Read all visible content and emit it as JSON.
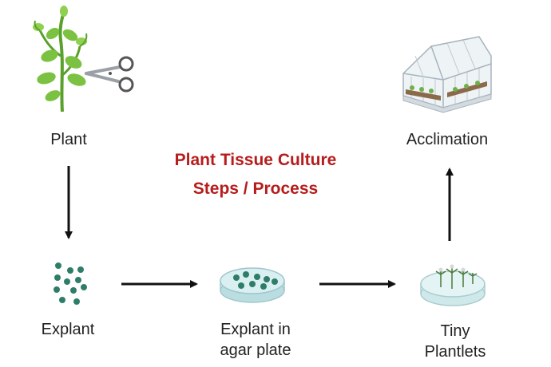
{
  "title": {
    "line1": "Plant Tissue Culture",
    "line2": "Steps / Process",
    "color": "#b71c1c"
  },
  "steps": {
    "plant": "Plant",
    "explant": "Explant",
    "agar_line1": "Explant in",
    "agar_line2": "agar plate",
    "tiny_line1": "Tiny",
    "tiny_line2": "Plantlets",
    "acclimation": "Acclimation"
  },
  "icons": {
    "plant": "pea-plant-icon",
    "scissors": "scissors-icon",
    "explant": "explant-cells-icon",
    "agar": "petri-dish-explant-icon",
    "plantlets": "petri-dish-plantlets-icon",
    "greenhouse": "greenhouse-icon"
  },
  "colors": {
    "leaf": "#7cc242",
    "stem": "#5aa02c",
    "cell": "#2e7d68",
    "dish": "#cfe8ea",
    "arrow": "#111111"
  }
}
